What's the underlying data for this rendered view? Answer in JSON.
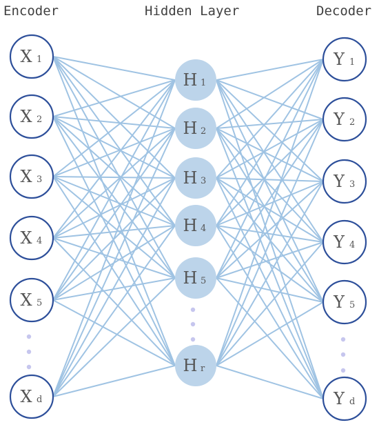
{
  "titles": {
    "encoder": "Encoder",
    "hidden": "Hidden Layer",
    "decoder": "Decoder"
  },
  "layers": {
    "encoder": [
      {
        "main": "X",
        "sub": "1"
      },
      {
        "main": "X",
        "sub": "2"
      },
      {
        "main": "X",
        "sub": "3"
      },
      {
        "main": "X",
        "sub": "4"
      },
      {
        "main": "X",
        "sub": "5"
      },
      {
        "main": "X",
        "sub": "d"
      }
    ],
    "hidden": [
      {
        "main": "H",
        "sub": "1"
      },
      {
        "main": "H",
        "sub": "2"
      },
      {
        "main": "H",
        "sub": "3"
      },
      {
        "main": "H",
        "sub": "4"
      },
      {
        "main": "H",
        "sub": "5"
      },
      {
        "main": "H",
        "sub": "r"
      }
    ],
    "decoder": [
      {
        "main": "Y",
        "sub": "1"
      },
      {
        "main": "Y",
        "sub": "2"
      },
      {
        "main": "Y",
        "sub": "3"
      },
      {
        "main": "Y",
        "sub": "4"
      },
      {
        "main": "Y",
        "sub": "5"
      },
      {
        "main": "Y",
        "sub": "d"
      }
    ]
  },
  "colors": {
    "edge": "#9fc3e3",
    "node_border": "#2d4f9a",
    "hidden_fill": "#bcd4ea",
    "ellipsis": "#c6c6ee",
    "text": "#555555"
  }
}
